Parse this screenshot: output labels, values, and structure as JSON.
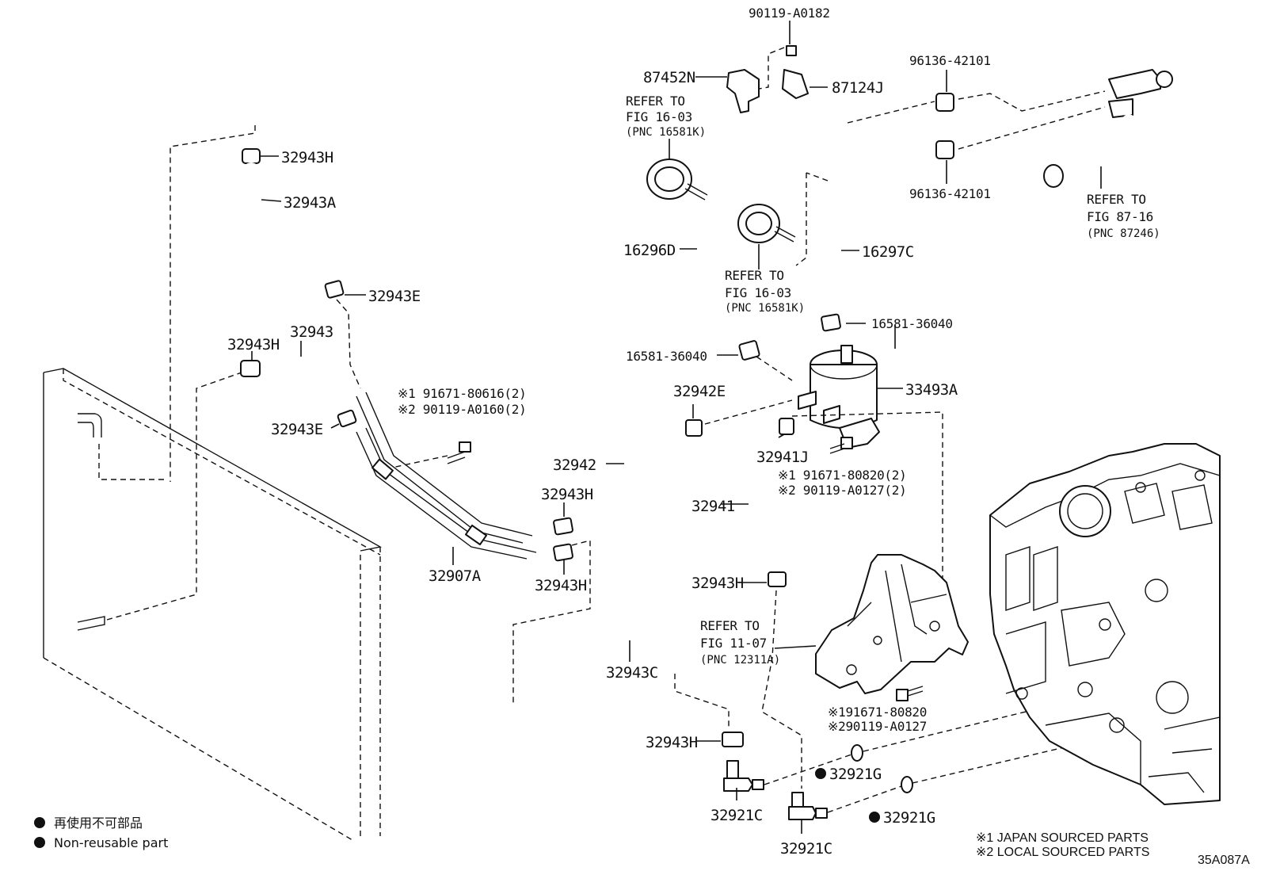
{
  "labels": {
    "p90119_a0182": "90119-A0182",
    "p87452n": "87452N",
    "p87124j": "87124J",
    "p96136_42101_top": "96136-42101",
    "p96136_42101_bot": "96136-42101",
    "refer_16_03_a": [
      "REFER TO",
      "FIG 16-03",
      "(PNC 16581K)"
    ],
    "refer_16_03_b": [
      "REFER TO",
      "FIG 16-03",
      "(PNC 16581K)"
    ],
    "refer_87_16": [
      "REFER TO",
      "FIG 87-16",
      "(PNC 87246)"
    ],
    "refer_11_07": [
      "REFER TO",
      "FIG 11-07",
      "(PNC 12311A)"
    ],
    "p32943h_a": "32943H",
    "p32943a": "32943A",
    "p32943e_a": "32943E",
    "p32943h_b": "32943H",
    "p32943": "32943",
    "p32943e_b": "32943E",
    "p16296d": "16296D",
    "p16297c": "16297C",
    "p16581_36040_a": "16581-36040",
    "p16581_36040_b": "16581-36040",
    "p33493a": "33493A",
    "p32942e": "32942E",
    "p32941j": "32941J",
    "bolt_a_1": "※1 91671-80616(2)",
    "bolt_a_2": "※2 90119-A0160(2)",
    "bolt_b_1": "※1 91671-80820(2)",
    "bolt_b_2": "※2 90119-A0127(2)",
    "bolt_c_1": "※191671-80820",
    "bolt_c_2": "※290119-A0127",
    "p32942": "32942",
    "p32943h_c": "32943H",
    "p32941": "32941",
    "p32907a": "32907A",
    "p32943h_d": "32943H",
    "p32943h_e": "32943H",
    "p32943c": "32943C",
    "p32943h_f": "32943H",
    "p32921g_a": "32921G",
    "p32921g_b": "32921G",
    "p32921c_a": "32921C",
    "p32921c_b": "32921C"
  },
  "legend": {
    "non_reusable_jp": "再使用不可部品",
    "non_reusable_en": "Non-reusable part"
  },
  "notes": {
    "japan": "※1 JAPAN SOURCED PARTS",
    "local": "※2 LOCAL SOURCED PARTS"
  },
  "figure_id": "35A087A"
}
